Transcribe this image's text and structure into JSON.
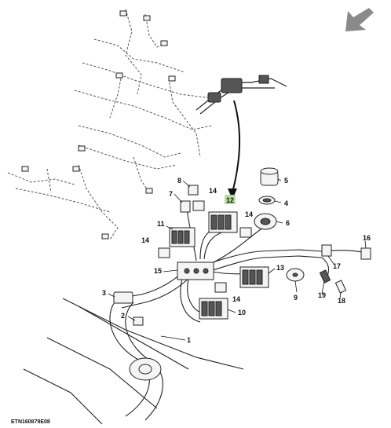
{
  "figure_id": "ETN160878E08",
  "highlight_color": "#b8dba2",
  "direction_icon": "arrow-down-left-icon",
  "callouts": [
    {
      "id": "c1",
      "label": "1"
    },
    {
      "id": "c2",
      "label": "2"
    },
    {
      "id": "c3",
      "label": "3"
    },
    {
      "id": "c4",
      "label": "4"
    },
    {
      "id": "c5",
      "label": "5"
    },
    {
      "id": "c6",
      "label": "6"
    },
    {
      "id": "c7",
      "label": "7"
    },
    {
      "id": "c8",
      "label": "8"
    },
    {
      "id": "c9",
      "label": "9"
    },
    {
      "id": "c10",
      "label": "10"
    },
    {
      "id": "c11",
      "label": "11"
    },
    {
      "id": "c12",
      "label": "12",
      "highlighted": true
    },
    {
      "id": "c13",
      "label": "13"
    },
    {
      "id": "c14a",
      "label": "14"
    },
    {
      "id": "c14b",
      "label": "14"
    },
    {
      "id": "c14c",
      "label": "14"
    },
    {
      "id": "c14d",
      "label": "14"
    },
    {
      "id": "c15",
      "label": "15"
    },
    {
      "id": "c16",
      "label": "16"
    },
    {
      "id": "c17",
      "label": "17"
    },
    {
      "id": "c18",
      "label": "18"
    },
    {
      "id": "c19",
      "label": "19"
    }
  ]
}
